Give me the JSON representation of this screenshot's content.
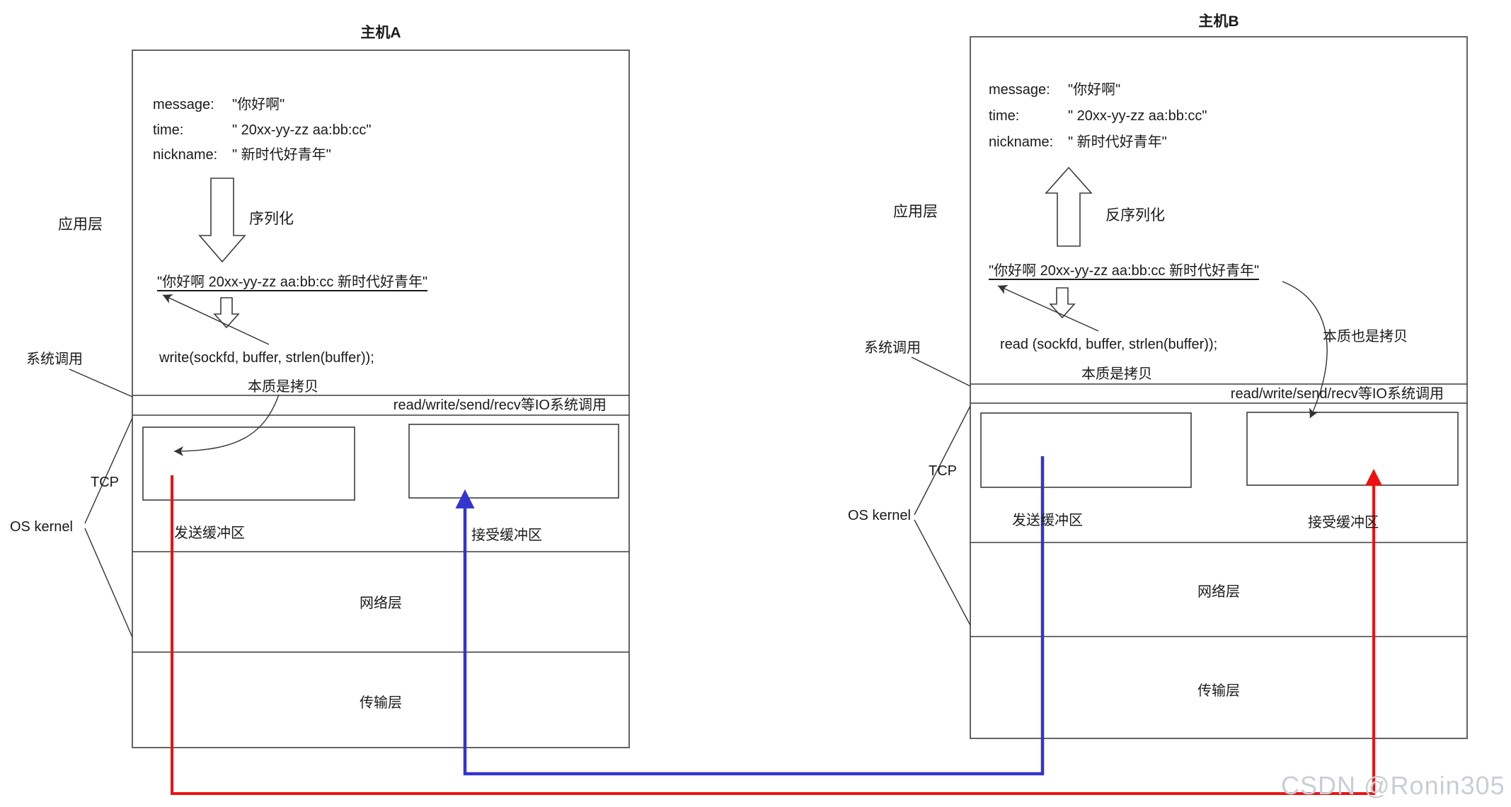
{
  "watermark": "CSDN @Ronin305",
  "io_syscall_header": "read/write/send/recv等IO系统调用",
  "colors": {
    "red": "#ee1111",
    "blue": "#3434cf",
    "line": "#3d3d3d",
    "annotation": "#333333",
    "watermark": "#c9ced6"
  },
  "host_a": {
    "title": "主机A",
    "fields": [
      {
        "label": "message:",
        "value": "\"你好啊\""
      },
      {
        "label": "time:",
        "value": "\" 20xx-yy-zz aa:bb:cc\""
      },
      {
        "label": "nickname:",
        "value": "\" 新时代好青年\""
      }
    ],
    "transform_label": "序列化",
    "serialized_string": "\"你好啊 20xx-yy-zz aa:bb:cc 新时代好青年\"",
    "syscall_code": "write(sockfd, buffer, strlen(buffer));",
    "copy_note": "本质是拷贝",
    "send_buffer_label": "发送缓冲区",
    "recv_buffer_label": "接受缓冲区",
    "network_layer_label": "网络层",
    "transport_layer_label": "传输层",
    "app_layer_label": "应用层",
    "syscall_label": "系统调用",
    "tcp_label": "TCP",
    "os_kernel_label": "OS kernel"
  },
  "host_b": {
    "title": "主机B",
    "fields": [
      {
        "label": "message:",
        "value": "\"你好啊\""
      },
      {
        "label": "time:",
        "value": "\" 20xx-yy-zz aa:bb:cc\""
      },
      {
        "label": "nickname:",
        "value": "\" 新时代好青年\""
      }
    ],
    "transform_label": "反序列化",
    "serialized_string": "\"你好啊 20xx-yy-zz aa:bb:cc 新时代好青年\"",
    "syscall_code": "read (sockfd, buffer, strlen(buffer));",
    "copy_note": "本质是拷贝",
    "copy_note_2": "本质也是拷贝",
    "send_buffer_label": "发送缓冲区",
    "recv_buffer_label": "接受缓冲区",
    "network_layer_label": "网络层",
    "transport_layer_label": "传输层",
    "app_layer_label": "应用层",
    "syscall_label": "系统调用",
    "tcp_label": "TCP",
    "os_kernel_label": "OS kernel"
  }
}
